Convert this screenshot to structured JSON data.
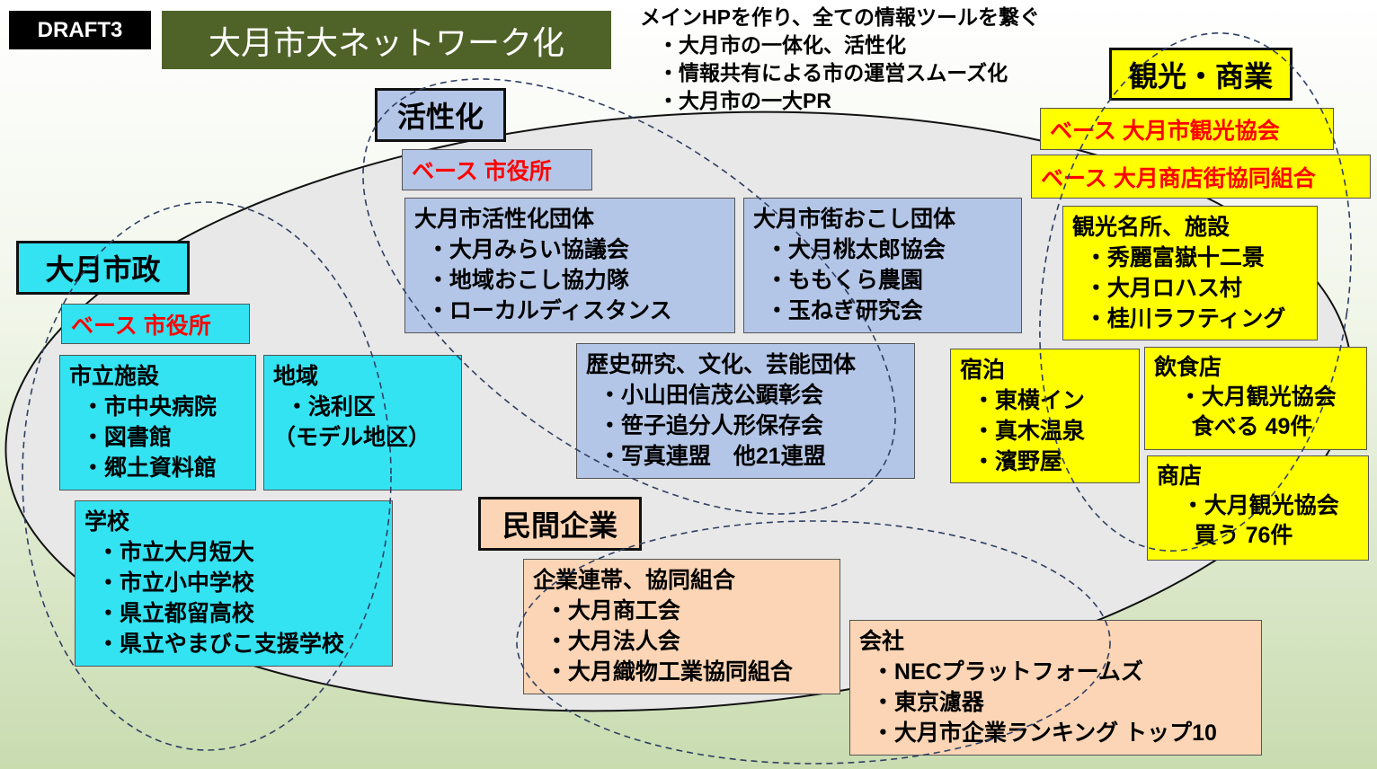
{
  "badge": "DRAFT3",
  "title": "大月市大ネットワーク化",
  "goal": {
    "heading": "メインHPを作り、全ての情報ツールを繋ぐ",
    "items": [
      "・大月市の一体化、活性化",
      "・情報共有による市の運営スムーズ化",
      "・大月市の一大PR"
    ]
  },
  "kasseika": {
    "label": "活性化",
    "base": "ベース 市役所",
    "group1": [
      "大月市活性化団体",
      "  ・大月みらい協議会",
      "  ・地域おこし協力隊",
      "  ・ローカルディスタンス"
    ],
    "group2": [
      "大月市街おこし団体",
      "  ・大月桃太郎協会",
      "  ・ももくら農園",
      "  ・玉ねぎ研究会"
    ],
    "group3": [
      "歴史研究、文化、芸能団体",
      "  ・小山田信茂公顕彰会",
      "  ・笹子追分人形保存会",
      "  ・写真連盟　他21連盟"
    ]
  },
  "shisei": {
    "label": "大月市政",
    "base": "ベース 市役所",
    "facilities": [
      "市立施設",
      "  ・市中央病院",
      "  ・図書館",
      "  ・郷土資料館"
    ],
    "area": [
      "地域",
      "  ・浅利区",
      "（モデル地区）"
    ],
    "schools": [
      "学校",
      "  ・市立大月短大",
      "  ・市立小中学校",
      "  ・県立都留高校",
      "  ・県立やまびこ支援学校"
    ]
  },
  "minkan": {
    "label": "民間企業",
    "unions": [
      "企業連帯、協同組合",
      "  ・大月商工会",
      "  ・大月法人会",
      "  ・大月織物工業協同組合"
    ],
    "companies": [
      "会社",
      "  ・NECプラットフォームズ",
      "  ・東京濾器",
      "  ・大月市企業ランキング トップ10"
    ]
  },
  "kanko": {
    "label": "観光・商業",
    "base1": "ベース 大月市観光協会",
    "base2": "ベース 大月商店街協同組合",
    "spots": [
      "観光名所、施設",
      "  ・秀麗富嶽十二景",
      "  ・大月ロハス村",
      "  ・桂川ラフティング"
    ],
    "lodging": [
      "宿泊",
      "  ・東横イン",
      "  ・真木温泉",
      "  ・濱野屋"
    ],
    "food": [
      "飲食店",
      "    ・大月観光協会",
      "      食べる 49件"
    ],
    "shops": [
      "商店",
      "    ・大月観光協会",
      "      買う 76件"
    ]
  }
}
